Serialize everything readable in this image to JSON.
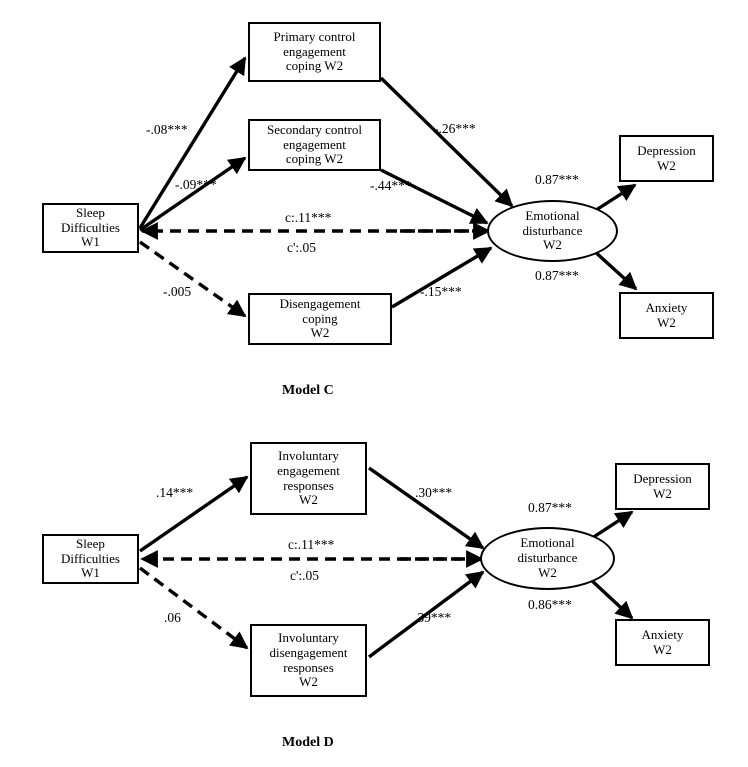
{
  "figure": {
    "background_color": "#ffffff",
    "stroke_color": "#000000",
    "models": [
      {
        "caption": "Model C",
        "nodes": {
          "predictor": "Sleep\nDifficulties\nW1",
          "mediator_1": "Primary control\nengagement\ncoping W2",
          "mediator_2": "Secondary control\nengagement\ncoping W2",
          "mediator_3": "Disengagement\ncoping\nW2",
          "latent": "Emotional\ndisturbance\nW2",
          "indicator_1": "Depression\nW2",
          "indicator_2": "Anxiety\nW2"
        },
        "labels": {
          "a1": "-.08***",
          "a2": "-.09***",
          "a3": "-.005",
          "b1": "-.26***",
          "b2": "-.44***",
          "b3": "-.15***",
          "total": "c:.11***",
          "direct": "c':.05",
          "load_1": "0.87***",
          "load_2": "0.87***"
        }
      },
      {
        "caption": "Model D",
        "nodes": {
          "predictor": "Sleep\nDifficulties\nW1",
          "mediator_1": "Involuntary\nengagement\nresponses\nW2",
          "mediator_2": "Involuntary\ndisengagement\nresponses\nW2",
          "latent": "Emotional\ndisturbance\nW2",
          "indicator_1": "Depression\nW2",
          "indicator_2": "Anxiety\nW2"
        },
        "labels": {
          "a1": ".14***",
          "a2": ".06",
          "b1": ".30***",
          "b2": ".39***",
          "total": "c:.11***",
          "direct": "c':.05",
          "load_1": "0.87***",
          "load_2": "0.86***"
        }
      }
    ]
  }
}
